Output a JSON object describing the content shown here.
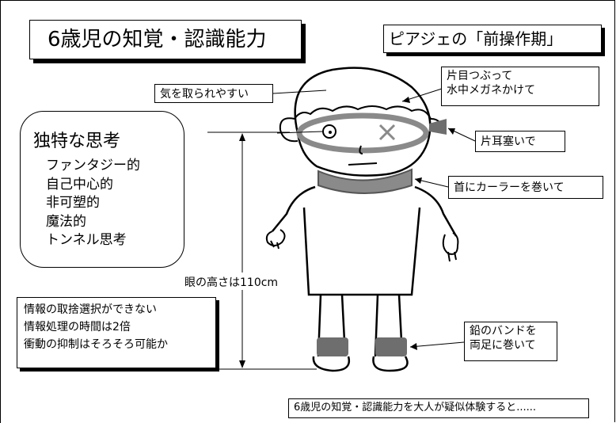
{
  "title": "6歳児の知覚・認識能力",
  "theory": "ピアジェの「前操作期」",
  "thinking": {
    "title": "独特な思考",
    "items": [
      "ファンタジー的",
      "自己中心的",
      "非可塑的",
      "魔法的",
      "トンネル思考"
    ]
  },
  "callouts": {
    "kio": "気を取られやすい",
    "eye": [
      "片目つぶって",
      "水中メガネかけて"
    ],
    "ear": "片耳塞いで",
    "neck": "首にカーラーを巻いて",
    "leg": [
      "鉛のバンドを",
      "両足に巻いて"
    ]
  },
  "height_label": "眼の高さは110cm",
  "info": [
    "情報の取捨選択ができない",
    "情報処理の時間は2倍",
    "衝動の抑制はそろそろ可能か"
  ],
  "footer": "6歳児の知覚・認識能力を大人が疑似体験すると......",
  "colors": {
    "gray_prop": "#808080",
    "outline": "#000000"
  }
}
